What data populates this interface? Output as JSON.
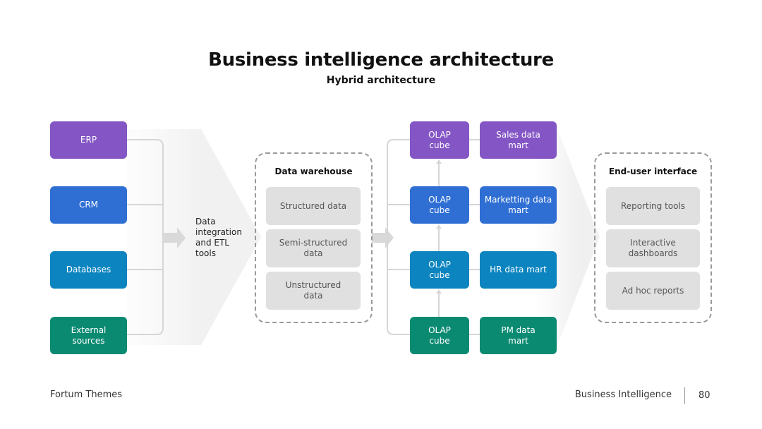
{
  "title": "Business intelligence architecture",
  "subtitle": "Hybrid architecture",
  "colors": {
    "purple": "#8455c5",
    "blue": "#2f6fd4",
    "teal_blue": "#0b84bf",
    "green": "#0b8a72",
    "gray_box": "#e0e0e0",
    "dashed_border": "#9a9a9a",
    "connector": "#d6d6d6"
  },
  "sources": [
    {
      "label": "ERP",
      "color": "#8455c5"
    },
    {
      "label": "CRM",
      "color": "#2f6fd4"
    },
    {
      "label": "Databases",
      "color": "#0b84bf"
    },
    {
      "label": "External\nsources",
      "color": "#0b8a72"
    }
  ],
  "etl_label": "Data\nintegration\nand ETL\ntools",
  "warehouse": {
    "title": "Data warehouse",
    "items": [
      "Structured data",
      "Semi-structured\ndata",
      "Unstructured\ndata"
    ]
  },
  "olap_cubes": [
    {
      "label": "OLAP\ncube",
      "color": "#8455c5"
    },
    {
      "label": "OLAP\ncube",
      "color": "#2f6fd4"
    },
    {
      "label": "OLAP\ncube",
      "color": "#0b84bf"
    },
    {
      "label": "OLAP\ncube",
      "color": "#0b8a72"
    }
  ],
  "data_marts": [
    {
      "label": "Sales data\nmart",
      "color": "#8455c5"
    },
    {
      "label": "Marketting data\nmart",
      "color": "#2f6fd4"
    },
    {
      "label": "HR data mart",
      "color": "#0b84bf"
    },
    {
      "label": "PM data\nmart",
      "color": "#0b8a72"
    }
  ],
  "end_user": {
    "title": "End-user interface",
    "items": [
      "Reporting tools",
      "Interactive\ndashboards",
      "Ad hoc reports"
    ]
  },
  "footer": {
    "left": "Fortum Themes",
    "right": "Business Intelligence",
    "page_number": "80"
  }
}
